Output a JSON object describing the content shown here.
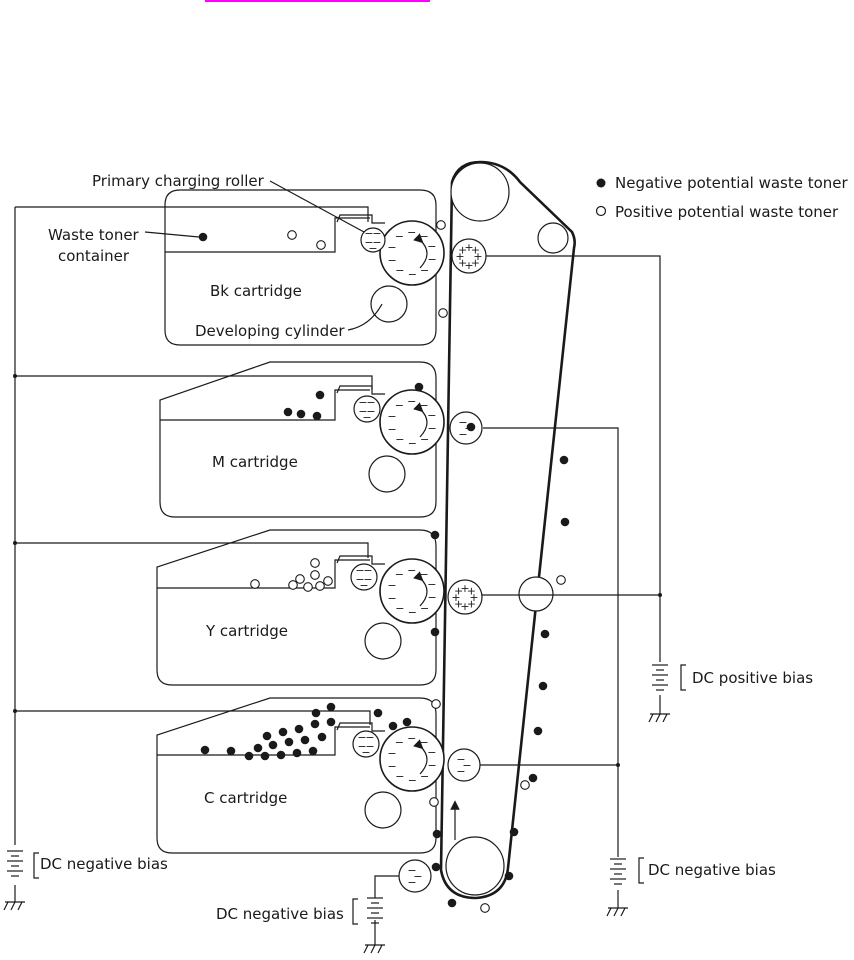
{
  "colors": {
    "line": "#1a1a1a",
    "background": "#ffffff",
    "header_rule": "#ff00ff"
  },
  "legend": {
    "negative_label": "Negative potential waste toner",
    "positive_label": "Positive potential waste toner"
  },
  "labels": {
    "primary_charging_roller": "Primary charging roller",
    "waste_toner_line1": "Waste toner",
    "waste_toner_line2": "container",
    "developing_cylinder": "Developing cylinder",
    "dc_positive_bias": "DC positive bias",
    "dc_negative_bias_left": "DC negative bias",
    "dc_negative_bias_right": "DC negative bias",
    "dc_negative_bias_bottom": "DC negative bias"
  },
  "cartridges": [
    {
      "id": "bk",
      "label": "Bk cartridge"
    },
    {
      "id": "m",
      "label": "M cartridge"
    },
    {
      "id": "y",
      "label": "Y cartridge"
    },
    {
      "id": "c",
      "label": "C cartridge"
    }
  ],
  "symbols": {
    "minus": "−",
    "plus": "+"
  },
  "icons": [
    "battery-icon",
    "ground-icon",
    "rotation-arrow-icon",
    "belt-direction-arrow-icon"
  ]
}
